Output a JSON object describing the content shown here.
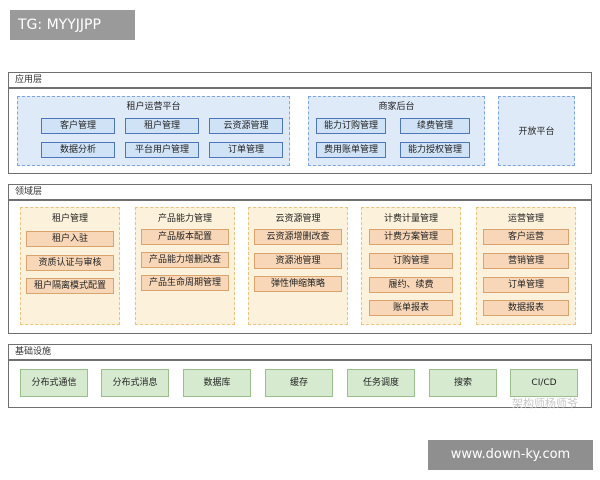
{
  "tag_top_left": "TG: MYYJJPP",
  "tag_bottom_right": "www.down-ky.com",
  "watermark": "架构师杨师爷",
  "application_layer": {
    "label": "应用层",
    "tenant_ops": {
      "title": "租户运营平台",
      "items": [
        "客户管理",
        "租户管理",
        "云资源管理",
        "数据分析",
        "平台用户管理",
        "订单管理"
      ]
    },
    "merchant_backend": {
      "title": "商家后台",
      "items": [
        "能力订购管理",
        "续费管理",
        "费用账单管理",
        "能力授权管理"
      ]
    },
    "open_platform": "开放平台"
  },
  "domain_layer": {
    "label": "领域层",
    "groups": [
      {
        "title": "租户管理",
        "items": [
          "租户入驻",
          "资质认证与审核",
          "租户隔离模式配置"
        ]
      },
      {
        "title": "产品能力管理",
        "items": [
          "产品版本配置",
          "产品能力增删改查",
          "产品生命周期管理"
        ]
      },
      {
        "title": "云资源管理",
        "items": [
          "云资源增删改查",
          "资源池管理",
          "弹性伸缩策略"
        ]
      },
      {
        "title": "计费计量管理",
        "items": [
          "计费方案管理",
          "订购管理",
          "履约、续费",
          "账单报表"
        ]
      },
      {
        "title": "运营管理",
        "items": [
          "客户运营",
          "营销管理",
          "订单管理",
          "数据报表"
        ]
      }
    ]
  },
  "infrastructure_layer": {
    "label": "基础设施",
    "items": [
      "分布式通信",
      "分布式消息",
      "数据库",
      "缓存",
      "任务调度",
      "搜索",
      "CI/CD"
    ]
  }
}
